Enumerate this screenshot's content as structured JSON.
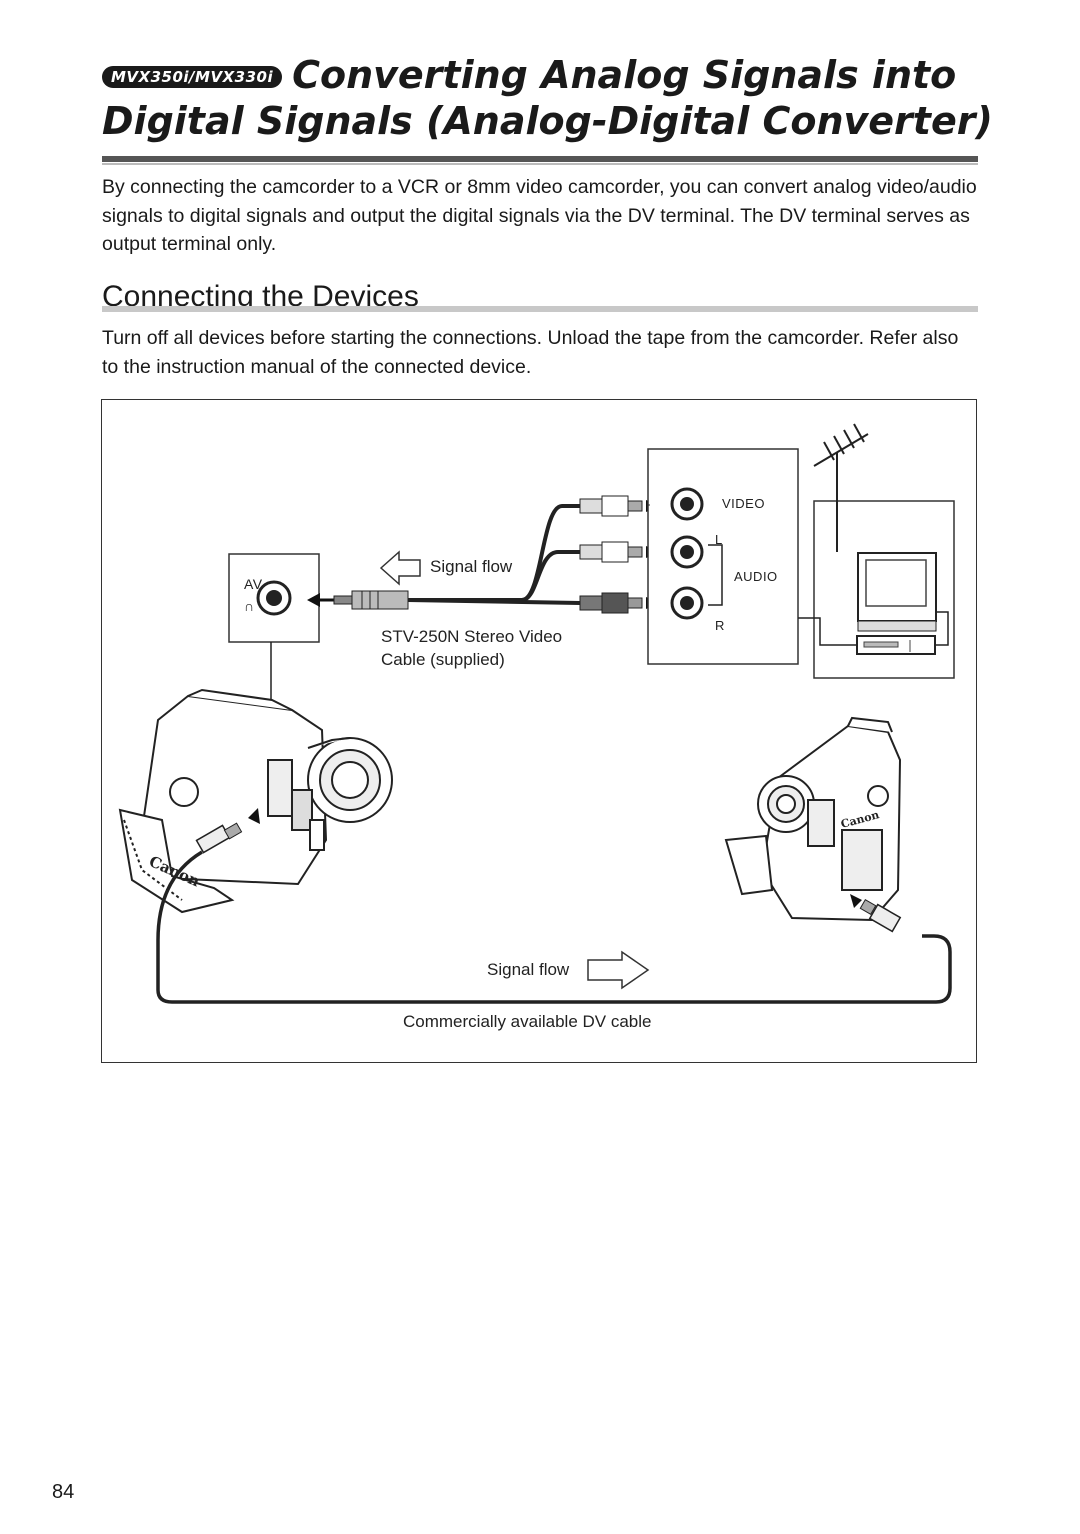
{
  "header": {
    "model_badge": "MVX350i/MVX330i",
    "title_line1": "Converting Analog Signals into",
    "title_line2": "Digital Signals (Analog-Digital Converter)"
  },
  "intro": {
    "text": "By connecting the camcorder to a VCR or 8mm video camcorder, you can convert analog video/audio signals to digital signals and output the digital signals via the DV terminal. The DV terminal serves as output terminal only."
  },
  "section": {
    "heading": "Connecting the Devices",
    "text": "Turn off all devices before starting the connections. Unload the tape from the camcorder. Refer also to the instruction manual of the connected device."
  },
  "figure": {
    "av_label": "AV",
    "headphone_symbol": "∩",
    "signal_flow_top": "Signal flow",
    "cable_label_line1": "STV-250N Stereo Video",
    "cable_label_line2": "Cable (supplied)",
    "video_label": "VIDEO",
    "l_label": "L",
    "audio_label": "AUDIO",
    "r_label": "R",
    "signal_flow_bottom": "Signal flow",
    "dv_cable_label": "Commercially available DV cable",
    "brand_text": "Canon"
  },
  "footer": {
    "page_number": "84"
  }
}
